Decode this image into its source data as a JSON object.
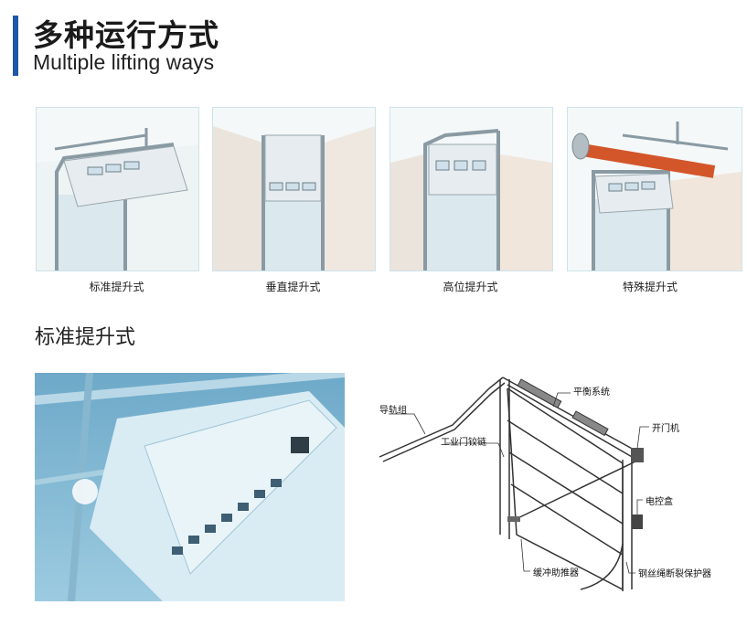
{
  "header": {
    "title_cn": "多种运行方式",
    "title_en": "Multiple lifting ways",
    "accent_color": "#1e56a8"
  },
  "types": [
    {
      "label": "标准提升式"
    },
    {
      "label": "垂直提升式"
    },
    {
      "label": "高位提升式"
    },
    {
      "label": "特殊提升式"
    }
  ],
  "section": {
    "title": "标准提升式"
  },
  "diagram": {
    "labels": {
      "guide_rail": "导轨组",
      "balance": "平衡系统",
      "hinge": "工业门铰链",
      "opener": "开门机",
      "control_box": "电控盒",
      "buffer": "缓冲助推器",
      "protector": "钢丝绳断裂保护器"
    }
  }
}
